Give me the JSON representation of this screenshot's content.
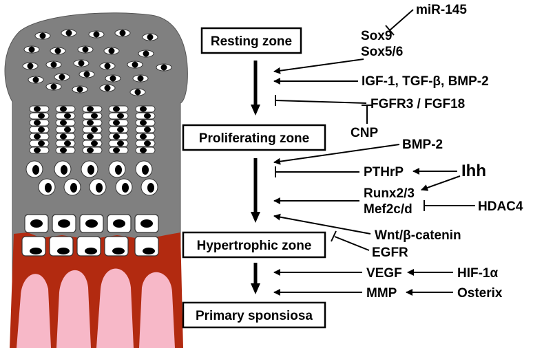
{
  "zones": {
    "resting": "Resting zone",
    "proliferating": "Proliferating zone",
    "hypertrophic": "Hypertrophic zone",
    "primary": "Primary sponsiosa"
  },
  "factors": {
    "mir145": "miR-145",
    "sox9": "Sox9",
    "sox56": "Sox5/6",
    "igf": "IGF-1, TGF-β, BMP-2",
    "fgfr3": "FGFR3 / FGF18",
    "cnp": "CNP",
    "bmp2": "BMP-2",
    "pthrp": "PTHrP",
    "ihh": "Ihh",
    "runx": "Runx2/3",
    "mef2c": "Mef2c/d",
    "hdac4": "HDAC4",
    "wnt": "Wnt/β-catenin",
    "egfr": "EGFR",
    "vegf": "VEGF",
    "hif": "HIF-1α",
    "mmp": "MMP",
    "osterix": "Osterix"
  },
  "colors": {
    "cartilage": "#808080",
    "bone_matrix": "#b22a10",
    "marrow": "#f7b8c8",
    "cell_fill": "#ffffff",
    "nucleus": "#000000"
  }
}
